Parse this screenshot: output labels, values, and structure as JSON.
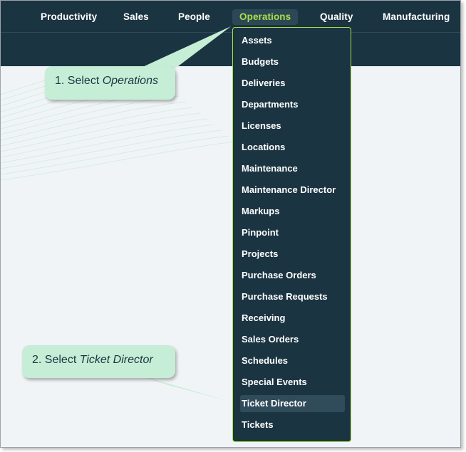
{
  "colors": {
    "nav_bg": "#1b3442",
    "accent": "#a8e045",
    "callout_bg": "#c6eed6",
    "content_bg": "#f1f4f7"
  },
  "topnav": {
    "items": [
      {
        "label": "Productivity"
      },
      {
        "label": "Sales"
      },
      {
        "label": "People"
      },
      {
        "label": "Operations",
        "active": true
      },
      {
        "label": "Quality"
      },
      {
        "label": "Manufacturing"
      }
    ]
  },
  "dropdown": {
    "items": [
      {
        "label": "Assets"
      },
      {
        "label": "Budgets"
      },
      {
        "label": "Deliveries"
      },
      {
        "label": "Departments"
      },
      {
        "label": "Licenses"
      },
      {
        "label": "Locations"
      },
      {
        "label": "Maintenance"
      },
      {
        "label": "Maintenance Director"
      },
      {
        "label": "Markups"
      },
      {
        "label": "Pinpoint"
      },
      {
        "label": "Projects"
      },
      {
        "label": "Purchase Orders"
      },
      {
        "label": "Purchase Requests"
      },
      {
        "label": "Receiving"
      },
      {
        "label": "Sales Orders"
      },
      {
        "label": "Schedules"
      },
      {
        "label": "Special Events"
      },
      {
        "label": "Ticket Director",
        "highlighted": true
      },
      {
        "label": "Tickets"
      }
    ]
  },
  "callouts": {
    "step1": {
      "prefix": "1. Select ",
      "emphasis": "Operations"
    },
    "step2": {
      "prefix": "2. Select ",
      "emphasis": "Ticket Director"
    }
  }
}
